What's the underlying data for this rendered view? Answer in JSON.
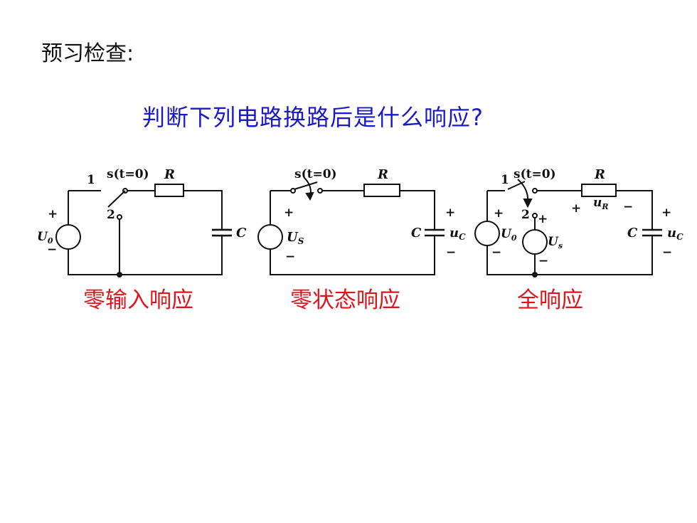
{
  "heading": "预习检查:",
  "question": "判断下列电路换路后是什么响应?",
  "circuits": [
    {
      "caption": "零输入响应",
      "switch_label": "s(t=0)",
      "node1": "1",
      "node2": "2",
      "resistor": "R",
      "capacitor": "C",
      "source": "U",
      "source_sub": "0",
      "plus": "+",
      "minus": "−"
    },
    {
      "caption": "零状态响应",
      "switch_label": "s(t=0)",
      "resistor": "R",
      "capacitor": "C",
      "cap_voltage": "u",
      "cap_voltage_sub": "C",
      "source": "U",
      "source_sub": "S",
      "plus": "+",
      "minus": "−"
    },
    {
      "caption": "全响应",
      "switch_label": "s(t=0)",
      "node1": "1",
      "node2": "2",
      "resistor": "R",
      "res_voltage": "u",
      "res_voltage_sub": "R",
      "capacitor": "C",
      "cap_voltage": "u",
      "cap_voltage_sub": "C",
      "source1": "U",
      "source1_sub": "0",
      "source2": "U",
      "source2_sub": "s",
      "plus": "+",
      "minus": "−"
    }
  ]
}
